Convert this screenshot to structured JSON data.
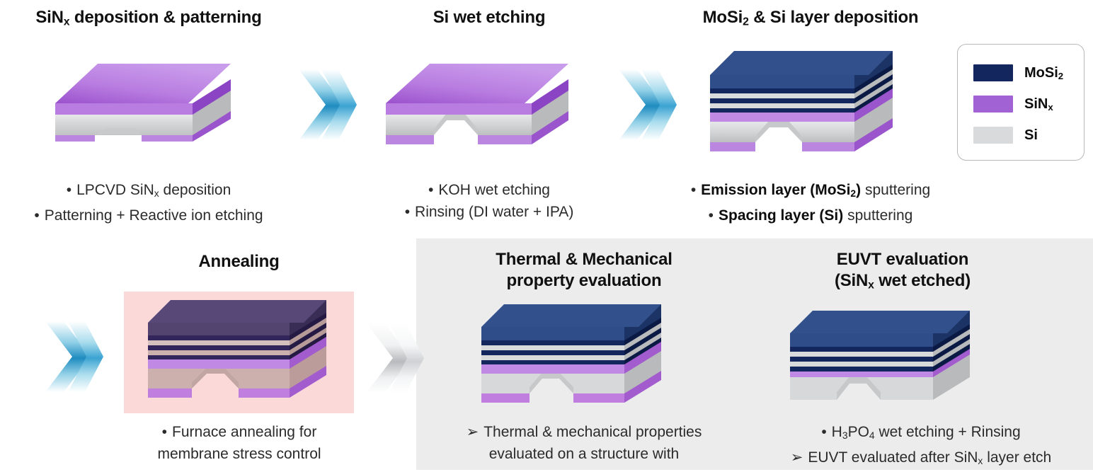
{
  "palette": {
    "mosi2": "#13275e",
    "mosi2_dark": "#0b1a45",
    "sinx": "#a163d4",
    "sinx_light": "#c497e6",
    "sinx_dark": "#8b45c4",
    "si": "#d9dadb",
    "si_light": "#ededee",
    "si_dark": "#b9babb",
    "top_blue": "#32518c",
    "anneal_top": "#584878",
    "anneal_dark": "#3a2d55",
    "anneal_si": "#cbb0ae",
    "panel_gray": "#ececec",
    "panel_pink": "#fcd9d9",
    "chevron_blue": "#2a9ac9",
    "chevron_gray": "#c8cacc",
    "text": "#2b2b2b",
    "title": "#101010"
  },
  "steps": [
    {
      "id": "sinx-deposition",
      "title_parts": [
        {
          "t": "SiN"
        },
        {
          "t": "x",
          "sub": true
        },
        {
          "t": " deposition & patterning"
        }
      ],
      "title_plain": "SiNx deposition & patterning",
      "bullets": [
        {
          "marker": "•",
          "lines": [
            [
              {
                "t": "LPCVD SiN"
              },
              {
                "t": "x",
                "sub": true
              },
              {
                "t": " deposition"
              }
            ]
          ]
        },
        {
          "marker": "•",
          "lines": [
            [
              {
                "t": "Patterning + Reactive ion etching"
              }
            ]
          ]
        }
      ]
    },
    {
      "id": "si-wet-etching",
      "title_parts": [
        {
          "t": "Si wet etching"
        }
      ],
      "title_plain": "Si wet etching",
      "bullets": [
        {
          "marker": "•",
          "lines": [
            [
              {
                "t": "KOH wet etching"
              }
            ]
          ]
        },
        {
          "marker": "•",
          "lines": [
            [
              {
                "t": "Rinsing (DI water + IPA)"
              }
            ]
          ]
        }
      ]
    },
    {
      "id": "mosi2-si-deposition",
      "title_parts": [
        {
          "t": "MoSi"
        },
        {
          "t": "2",
          "sub": true
        },
        {
          "t": " & Si layer deposition"
        }
      ],
      "title_plain": "MoSi2 & Si layer deposition",
      "bullets": [
        {
          "marker": "•",
          "lines": [
            [
              {
                "t": "Emission layer (MoSi",
                "b": true
              },
              {
                "t": "2",
                "sub": true,
                "b": true
              },
              {
                "t": ")",
                "b": true
              },
              {
                "t": " sputtering"
              }
            ]
          ]
        },
        {
          "marker": "•",
          "lines": [
            [
              {
                "t": "Spacing layer (Si)",
                "b": true
              },
              {
                "t": " sputtering"
              }
            ]
          ]
        }
      ]
    },
    {
      "id": "annealing",
      "title_parts": [
        {
          "t": "Annealing"
        }
      ],
      "title_plain": "Annealing",
      "bullets": [
        {
          "marker": "•",
          "lines": [
            [
              {
                "t": "Furnace annealing for"
              }
            ],
            [
              {
                "t": "membrane stress control"
              }
            ]
          ]
        }
      ]
    },
    {
      "id": "thermal-mechanical-evaluation",
      "title_parts": [
        {
          "t": "Thermal & Mechanical"
        },
        {
          "br": true
        },
        {
          "t": "property evaluation"
        }
      ],
      "title_plain": "Thermal & Mechanical property evaluation",
      "bullets": [
        {
          "marker": "➢",
          "lines": [
            [
              {
                "t": "Thermal & mechanical properties"
              }
            ],
            [
              {
                "t": "evaluated on a structure with"
              }
            ]
          ]
        }
      ]
    },
    {
      "id": "euvt-evaluation",
      "title_parts": [
        {
          "t": "EUVT evaluation"
        },
        {
          "br": true
        },
        {
          "t": "(SiN"
        },
        {
          "t": "x",
          "sub": true
        },
        {
          "t": " wet etched)"
        }
      ],
      "title_plain": "EUVT evaluation (SiNx wet etched)",
      "bullets": [
        {
          "marker": "•",
          "lines": [
            [
              {
                "t": "H"
              },
              {
                "t": "3",
                "sub": true
              },
              {
                "t": "PO"
              },
              {
                "t": "4",
                "sub": true
              },
              {
                "t": " wet etching + Rinsing"
              }
            ]
          ]
        },
        {
          "marker": "➢",
          "lines": [
            [
              {
                "t": "EUVT evaluated after SiN"
              },
              {
                "t": "x",
                "sub": true
              },
              {
                "t": " layer etch"
              }
            ]
          ]
        }
      ]
    }
  ],
  "legend": {
    "items": [
      {
        "label_parts": [
          {
            "t": "MoSi"
          },
          {
            "t": "2",
            "sub": true
          }
        ],
        "label_plain": "MoSi2",
        "color": "#13275e",
        "name": "mosi2"
      },
      {
        "label_parts": [
          {
            "t": "SiN"
          },
          {
            "t": "x",
            "sub": true
          }
        ],
        "label_plain": "SiNx",
        "color": "#a163d4",
        "name": "sinx"
      },
      {
        "label_parts": [
          {
            "t": "Si"
          }
        ],
        "label_plain": "Si",
        "color": "#d9dadb",
        "name": "si"
      }
    ]
  },
  "arrows": [
    {
      "id": "arrow-1",
      "color": "blue"
    },
    {
      "id": "arrow-2",
      "color": "blue"
    },
    {
      "id": "arrow-3",
      "color": "blue"
    },
    {
      "id": "arrow-4",
      "color": "gray"
    }
  ]
}
